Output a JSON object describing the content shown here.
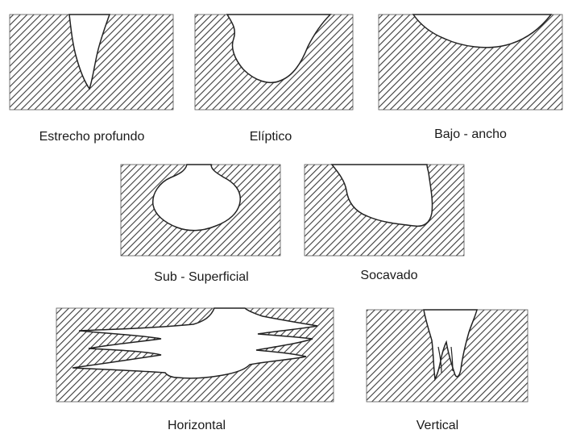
{
  "figure": {
    "colors": {
      "hatch": "#3a3a3a",
      "cavity": "#ffffff",
      "background": "#ffffff",
      "text": "#1a1a1a"
    },
    "panels": [
      {
        "id": "estrecho-profundo",
        "label": "Estrecho profundo"
      },
      {
        "id": "eliptico",
        "label": "Elíptico"
      },
      {
        "id": "bajo-ancho",
        "label": "Bajo - ancho"
      },
      {
        "id": "sub-superficial",
        "label": "Sub - Superficial"
      },
      {
        "id": "socavado",
        "label": "Socavado"
      },
      {
        "id": "horizontal",
        "label": "Horizontal"
      },
      {
        "id": "vertical",
        "label": "Vertical"
      }
    ]
  }
}
